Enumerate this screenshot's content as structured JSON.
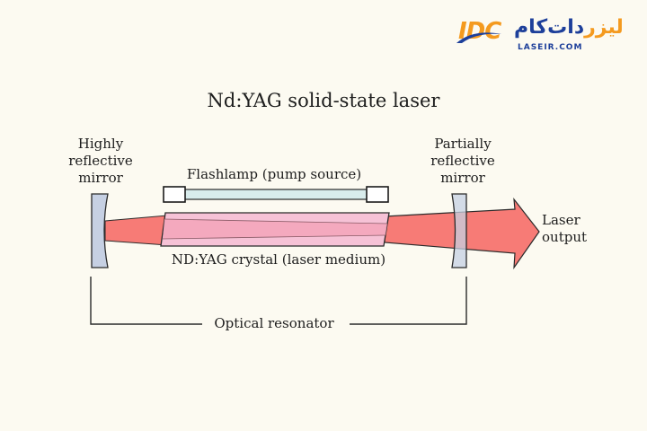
{
  "logo": {
    "latin": "IDC",
    "persian_blue": "دات‌کام",
    "persian_orange": "لیزر",
    "domain": "LASEIR.COM"
  },
  "diagram": {
    "title": "Nd:YAG solid-state laser",
    "left_mirror_label": [
      "Highly",
      "reflective",
      "mirror"
    ],
    "right_mirror_label": [
      "Partially",
      "reflective",
      "mirror"
    ],
    "flashlamp_label": "Flashlamp (pump source)",
    "crystal_label": "ND:YAG crystal (laser medium)",
    "output_label": [
      "Laser",
      "output"
    ],
    "resonator_label": "Optical resonator"
  },
  "colors": {
    "background": "#fcfaf1",
    "beam": "#f77b76",
    "crystal": "#f6bfd4",
    "crystal_core": "#f3a0b6",
    "mirror": "#c6d0e3",
    "flashlamp_tube": "#d8ecec",
    "outline": "#222222",
    "logo_blue": "#1d3f9a",
    "logo_orange": "#f49a1f"
  }
}
